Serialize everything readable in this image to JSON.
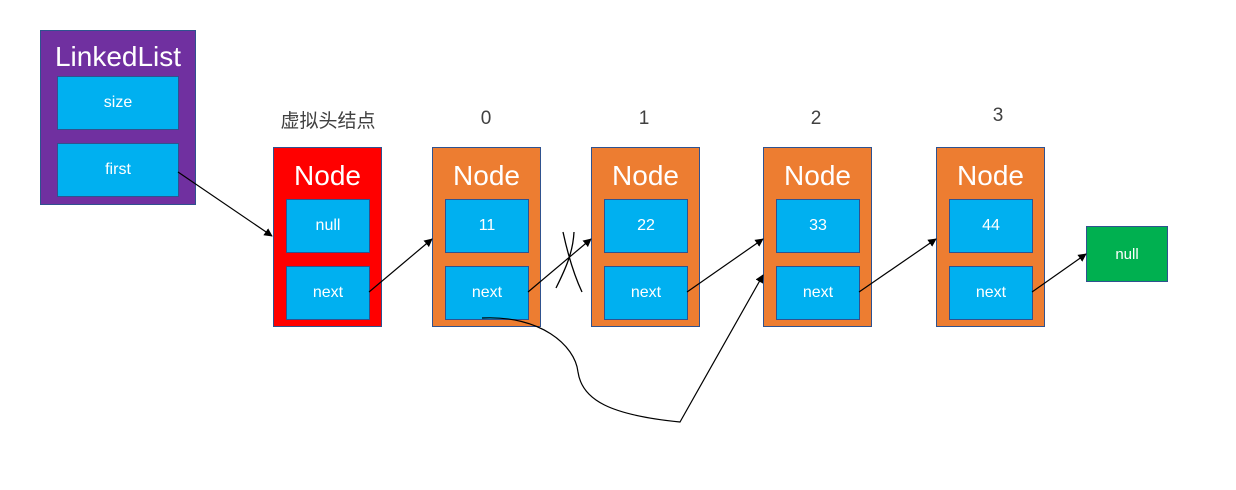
{
  "linked_list": {
    "title": "LinkedList",
    "fields": {
      "size": "size",
      "first": "first"
    },
    "color": "#7030a0"
  },
  "nodes": [
    {
      "label": "虚拟头结点",
      "title": "Node",
      "value": "null",
      "next": "next",
      "color": "#ff0000"
    },
    {
      "label": "0",
      "title": "Node",
      "value": "11",
      "next": "next",
      "color": "#ed7d31"
    },
    {
      "label": "1",
      "title": "Node",
      "value": "22",
      "next": "next",
      "color": "#ed7d31"
    },
    {
      "label": "2",
      "title": "Node",
      "value": "33",
      "next": "next",
      "color": "#ed7d31"
    },
    {
      "label": "3",
      "title": "Node",
      "value": "44",
      "next": "next",
      "color": "#ed7d31"
    }
  ],
  "tail": {
    "label": "null",
    "color": "#00b050"
  },
  "colors": {
    "field_fill": "#00b0f0",
    "border": "#2f528f"
  }
}
